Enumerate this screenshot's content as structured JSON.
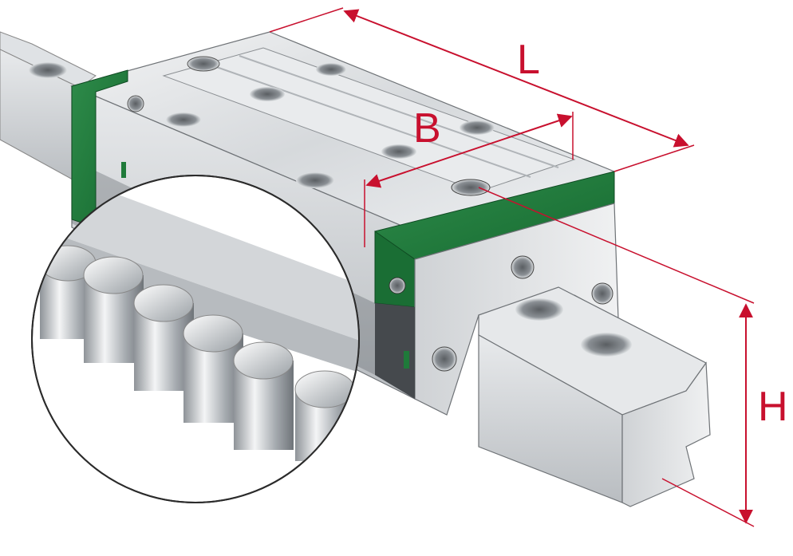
{
  "dimensions": {
    "length_label": "L",
    "width_label": "B",
    "height_label": "H"
  },
  "colors": {
    "dimension_line": "#c8102e",
    "seal_green": "#1f7a3a",
    "steel": "#c9ccd0",
    "outline": "#2b2b2b"
  },
  "icons": [
    "mounting-hole-icon",
    "lube-nipple-icon",
    "socket-screw-icon",
    "cylindrical-roller-icon"
  ]
}
